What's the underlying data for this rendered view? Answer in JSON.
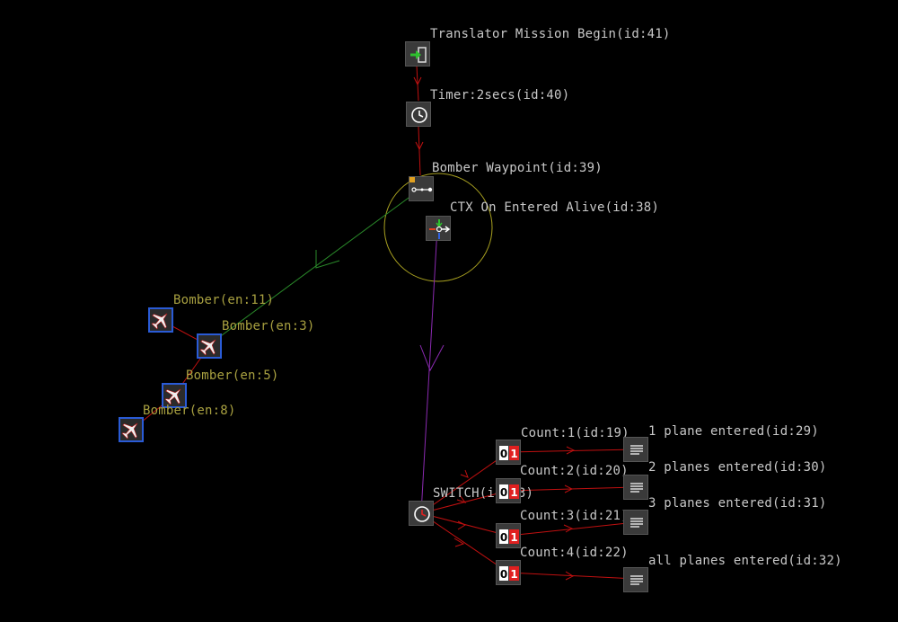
{
  "nodes": {
    "mission_begin": {
      "label": "Translator Mission Begin(id:41)",
      "icon": "enter-icon"
    },
    "timer": {
      "label": "Timer:2secs(id:40)",
      "icon": "clock-icon"
    },
    "bomber_waypoint": {
      "label": "Bomber Waypoint(id:39)",
      "icon": "waypoint-icon"
    },
    "ctx_entered": {
      "label": "CTX On Entered Alive(id:38)",
      "icon": "trigger-zone-icon"
    },
    "switch": {
      "label": "SWITCH(id:33)",
      "icon": "clock-icon"
    },
    "count1": {
      "label": "Count:1(id:19)",
      "icon": "counter-icon"
    },
    "count2": {
      "label": "Count:2(id:20)",
      "icon": "counter-icon"
    },
    "count3": {
      "label": "Count:3(id:21)",
      "icon": "counter-icon"
    },
    "count4": {
      "label": "Count:4(id:22)",
      "icon": "counter-icon"
    },
    "msg1": {
      "label": "1 plane entered(id:29)",
      "icon": "message-icon"
    },
    "msg2": {
      "label": "2 planes entered(id:30)",
      "icon": "message-icon"
    },
    "msg3": {
      "label": "3 planes entered(id:31)",
      "icon": "message-icon"
    },
    "msg4": {
      "label": "all planes entered(id:32)",
      "icon": "message-icon"
    }
  },
  "units": {
    "bomber1": {
      "label": "Bomber(en:11)",
      "icon": "plane-icon"
    },
    "bomber3": {
      "label": "Bomber(en:3)",
      "icon": "plane-icon"
    },
    "bomber5": {
      "label": "Bomber(en:5)",
      "icon": "plane-icon"
    },
    "bomber8": {
      "label": "Bomber(en:8)",
      "icon": "plane-icon"
    }
  },
  "counter_glyph": {
    "left": "0",
    "right": "1"
  },
  "colors": {
    "background": "#000000",
    "node_fill": "#3a3a3a",
    "link_red": "#c01010",
    "link_green": "#2a8a2a",
    "link_purple": "#8a2ab0",
    "zone_yellow": "#a8a020",
    "unit_border": "#2a5bd6",
    "label_text": "#c8c8c8",
    "unit_label_text": "#a8a040"
  }
}
